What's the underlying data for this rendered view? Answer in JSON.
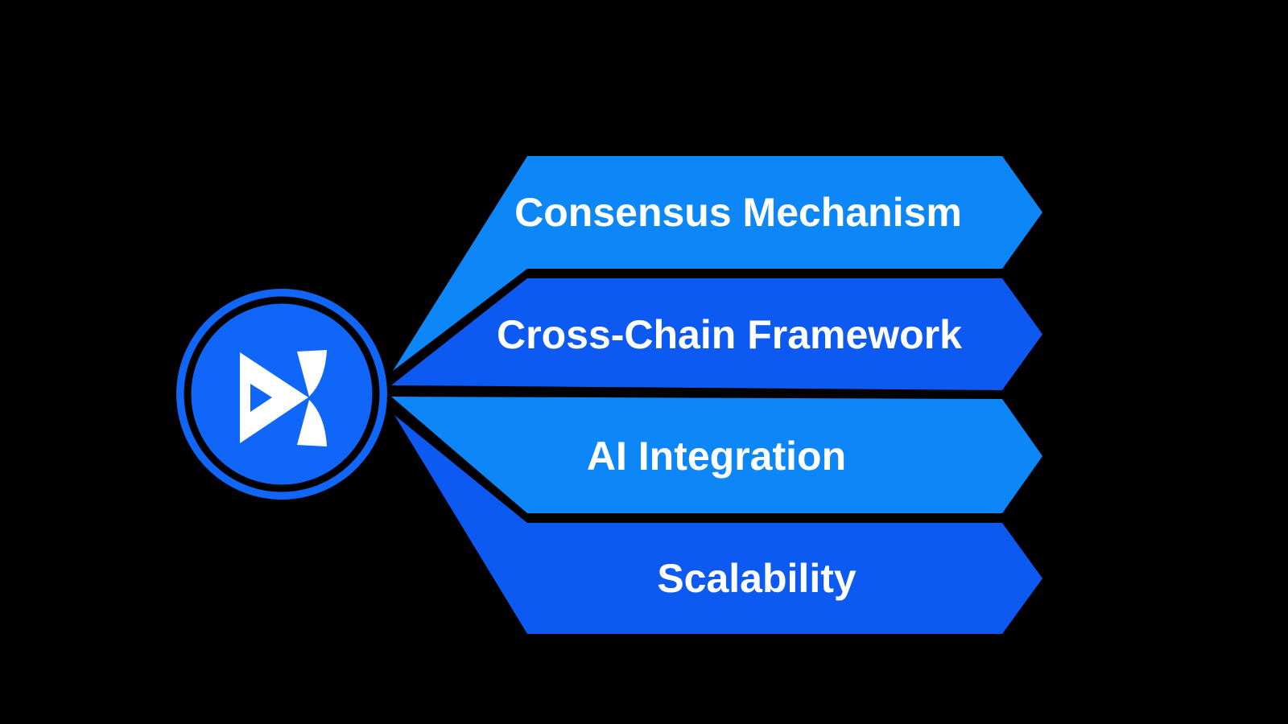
{
  "diagram": {
    "type": "hub-and-spoke-feature-diagram",
    "hub": {
      "logo_icon": "x-mark-logo",
      "fill_color": "#1166fa",
      "ring_color": "#000000",
      "logo_color": "#ffffff"
    },
    "features": [
      {
        "label": "Consensus Mechanism",
        "color": "#0d86f7"
      },
      {
        "label": "Cross-Chain Framework",
        "color": "#0d5af2"
      },
      {
        "label": "AI Integration",
        "color": "#0d86f7"
      },
      {
        "label": "Scalability",
        "color": "#0d5af2"
      }
    ],
    "colors": {
      "background": "#000000",
      "banner_light": "#0d86f7",
      "banner_dark": "#0d5af2",
      "label_text": "#ffffff"
    }
  }
}
